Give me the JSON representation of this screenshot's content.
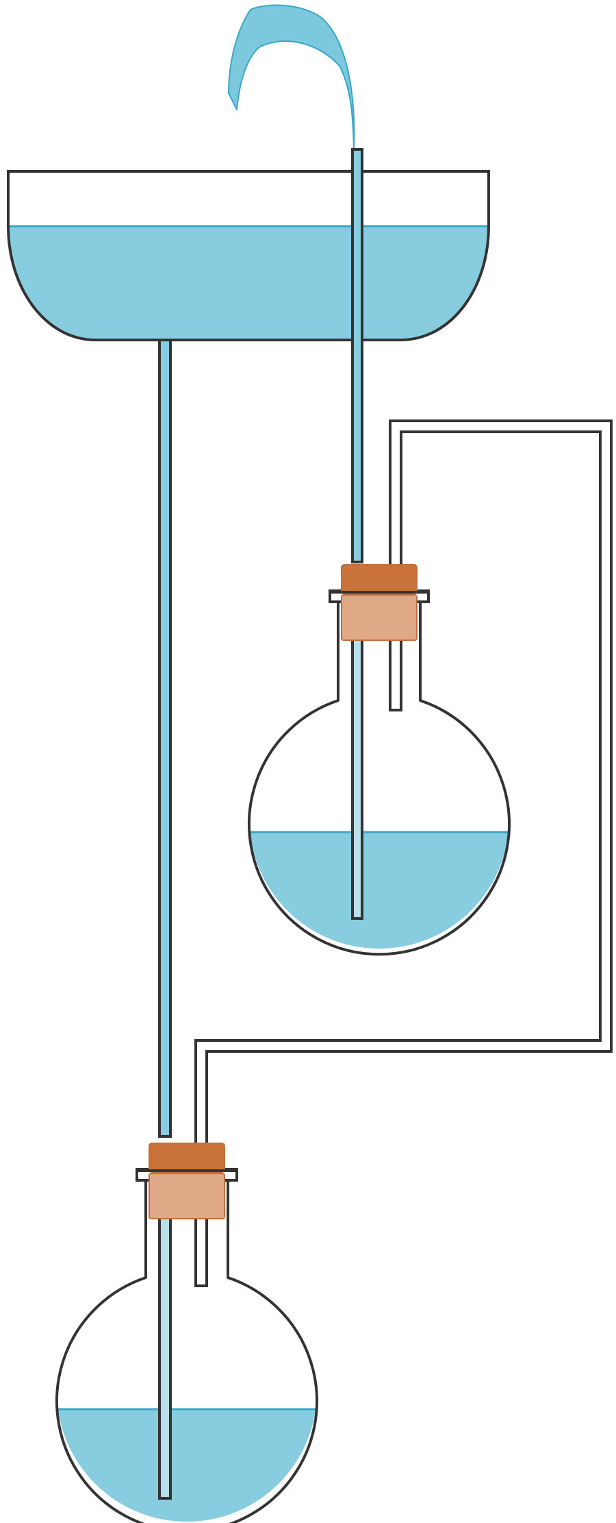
{
  "colors": {
    "background": "#ffffff",
    "outline": "#333333",
    "water": "#87cddf",
    "water_line": "#3aa6c6",
    "fountain": "#7cc9de",
    "fountain_edge": "#3aa6c6",
    "submerged_tube": "#b9dfea",
    "cork_top": "#c9733a",
    "cork_body": "#dfa887",
    "cork_edge": "#c06f3f"
  },
  "components": [
    {
      "name": "upper-basin",
      "kind": "open basin",
      "contains": "water"
    },
    {
      "name": "fountain-jet",
      "kind": "water jet"
    },
    {
      "name": "nozzle-tube",
      "kind": "glass tube"
    },
    {
      "name": "downflow-tube",
      "kind": "glass tube",
      "contains": "water"
    },
    {
      "name": "upper-flask",
      "kind": "round-bottom flask",
      "contains": "water",
      "water_fill_fraction": 0.48
    },
    {
      "name": "upper-stopper",
      "kind": "cork stopper"
    },
    {
      "name": "lower-flask",
      "kind": "round-bottom flask",
      "contains": "water",
      "water_fill_fraction": 0.48
    },
    {
      "name": "lower-stopper",
      "kind": "cork stopper"
    },
    {
      "name": "air-tube",
      "kind": "glass tube",
      "contains": "air"
    }
  ],
  "connections": [
    {
      "from": "upper-basin",
      "to": "lower-flask",
      "via": "downflow-tube"
    },
    {
      "from": "lower-flask",
      "to": "upper-flask",
      "via": "air-tube"
    },
    {
      "from": "upper-flask",
      "to": "fountain-jet",
      "via": "nozzle-tube"
    }
  ]
}
